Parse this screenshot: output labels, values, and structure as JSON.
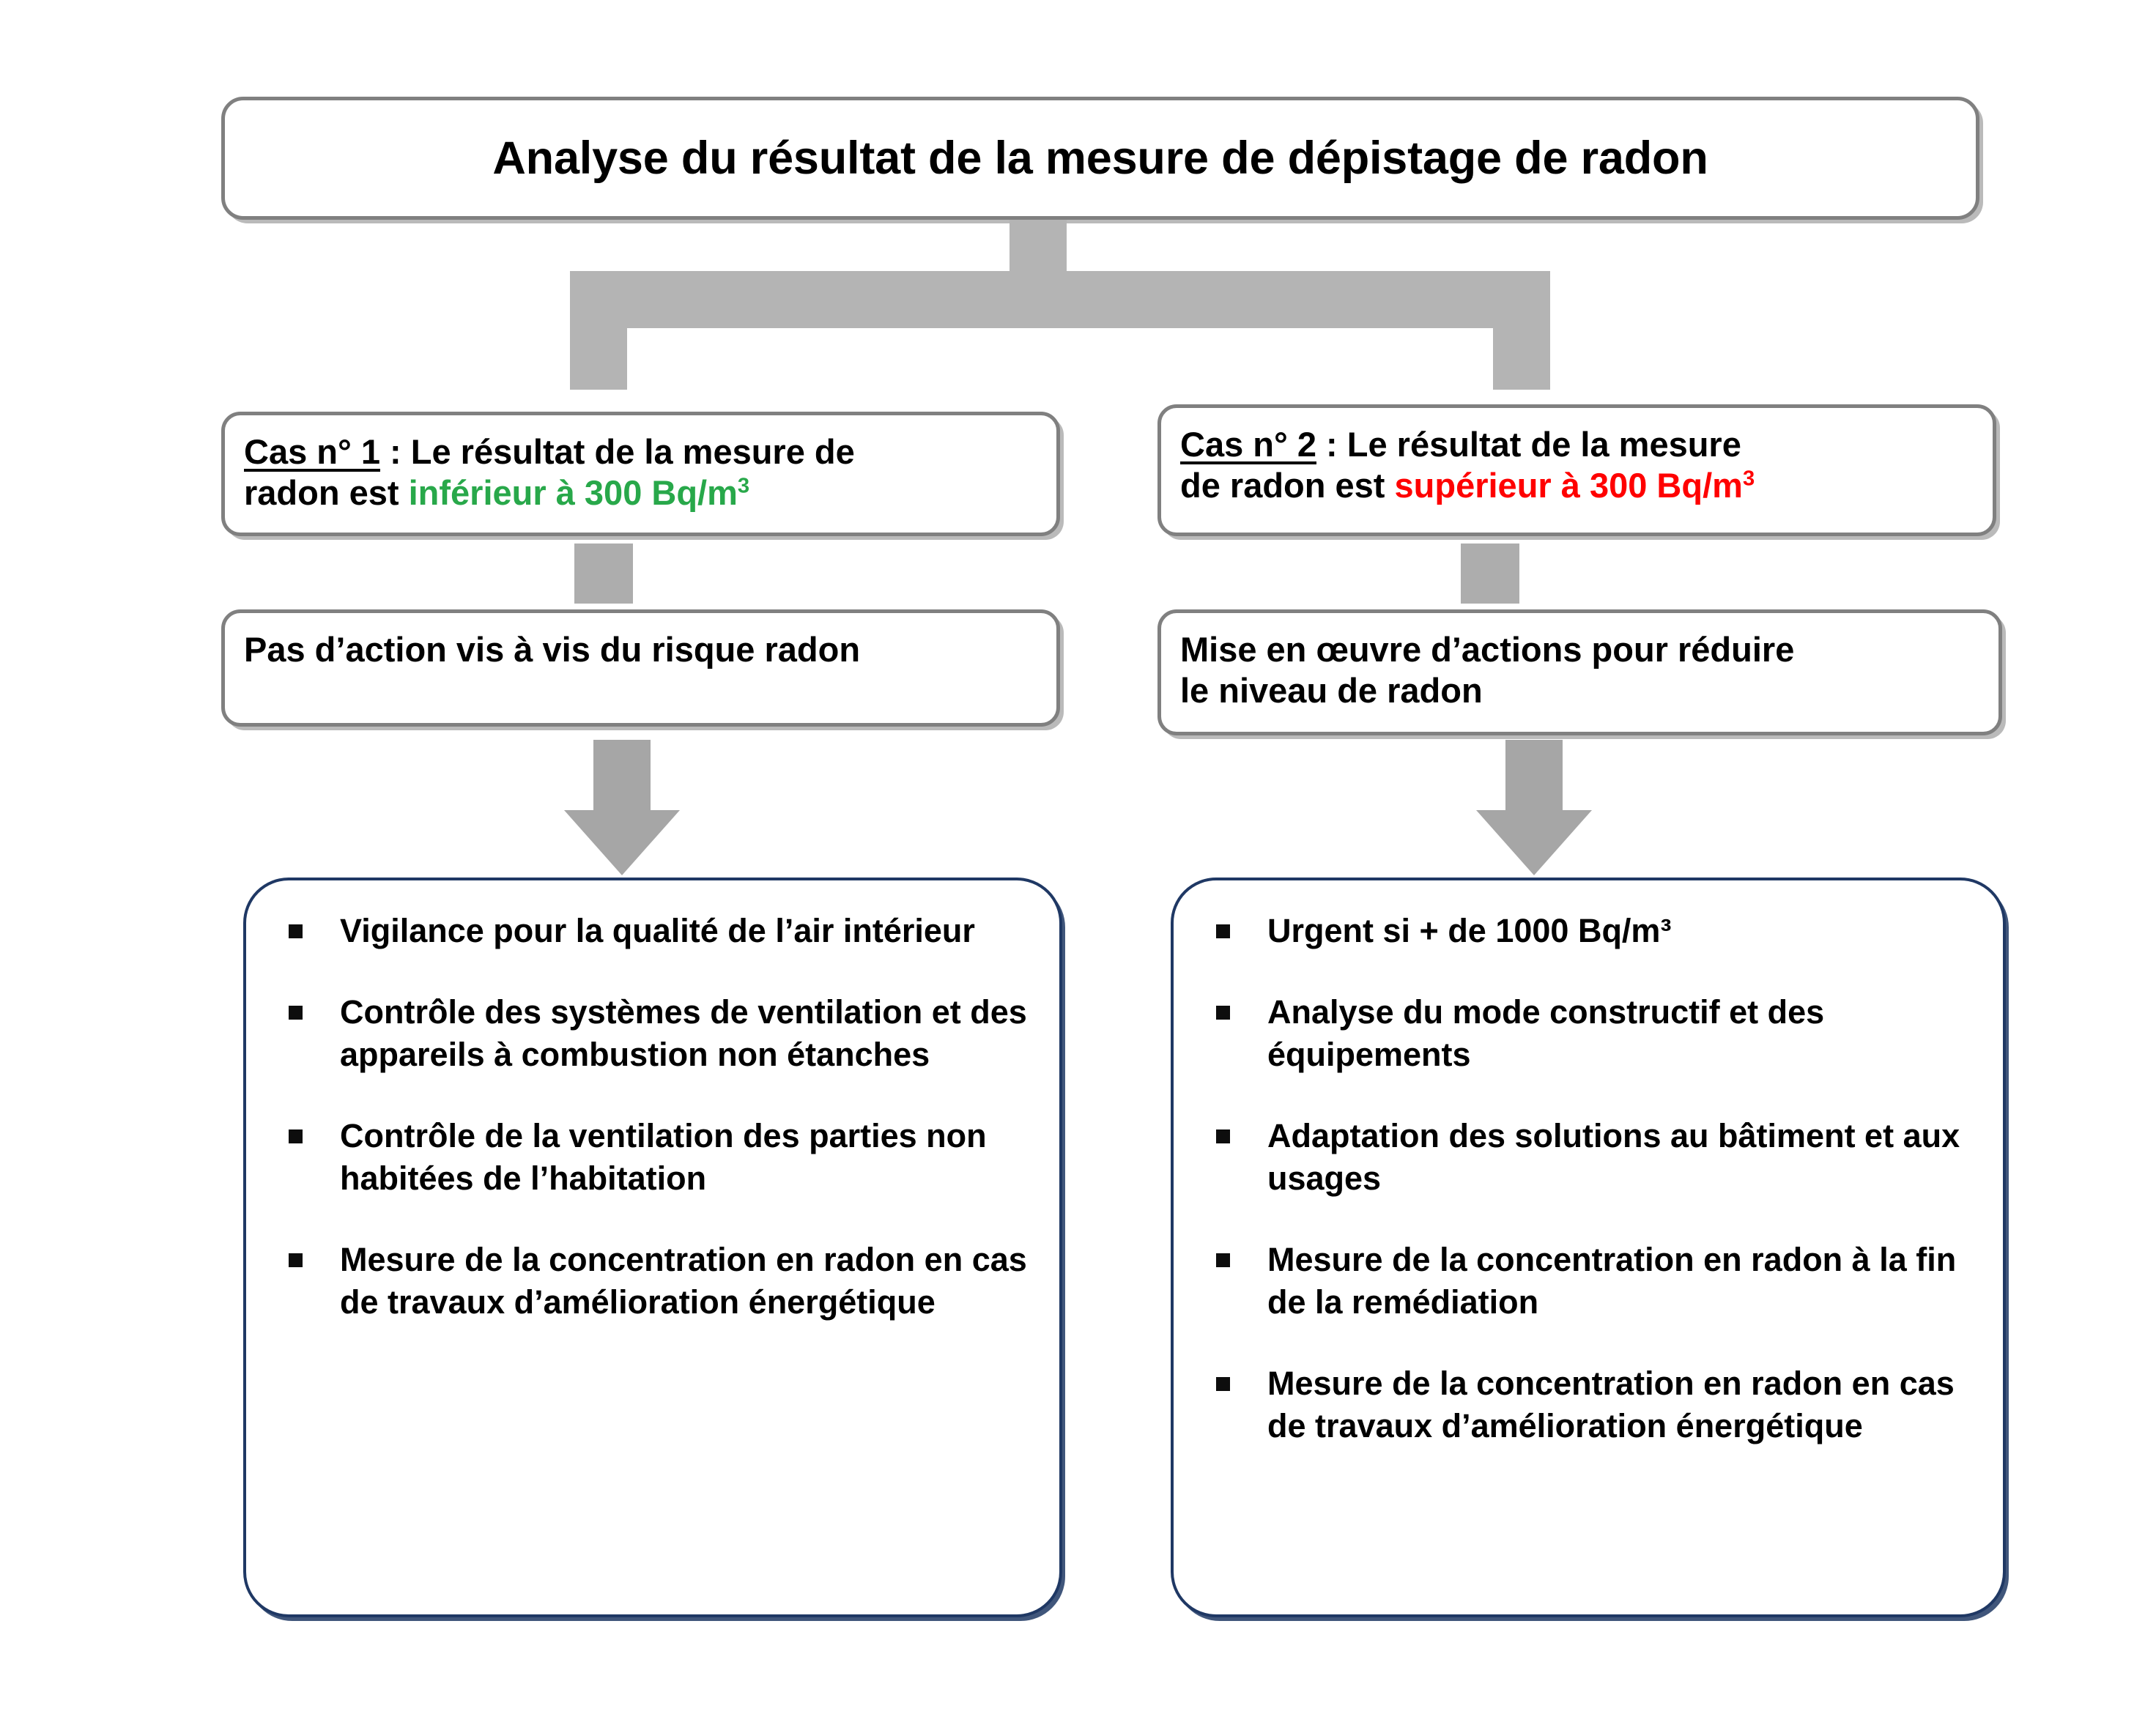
{
  "title": {
    "text": "Analyse du résultat de la mesure de dépistage de radon"
  },
  "colors": {
    "below_threshold": "#28A84A",
    "above_threshold": "#FF0000",
    "connector_grey": "#B4B4B4",
    "top_box_border": "#808080",
    "bullet_box_border": "#1F3864"
  },
  "cases": {
    "left": {
      "label": "Cas n° 1",
      "sentence_part1": " : Le résultat de la mesure de",
      "sentence_part2": "radon est ",
      "emphasis": "inférieur à 300 Bq/m",
      "emphasis_exponent": "3",
      "action": {
        "line1": "Pas d’action vis à vis du risque radon",
        "line2": ""
      },
      "bullets": [
        "Vigilance pour la qualité de l’air intérieur",
        "Contrôle des systèmes de ventilation et des appareils à combustion non étanches",
        "Contrôle de la ventilation des parties non habitées de l’habitation",
        "Mesure de la concentration en radon en cas de travaux d’amélioration énergétique"
      ]
    },
    "right": {
      "label": "Cas n° 2",
      "sentence_part1": " : Le résultat de la mesure",
      "sentence_part2": "de radon est ",
      "emphasis": "supérieur à 300 Bq/m",
      "emphasis_exponent": "3",
      "action": {
        "line1": "Mise en œuvre d’actions pour réduire",
        "line2": "le niveau de radon"
      },
      "bullets": [
        "Urgent si + de 1000 Bq/m³",
        "Analyse du mode constructif et des équipements",
        "Adaptation des solutions au bâtiment et aux usages",
        "Mesure de la concentration en radon à la fin de la remédiation",
        "Mesure de la concentration en radon en cas de travaux d’amélioration énergétique"
      ]
    }
  }
}
